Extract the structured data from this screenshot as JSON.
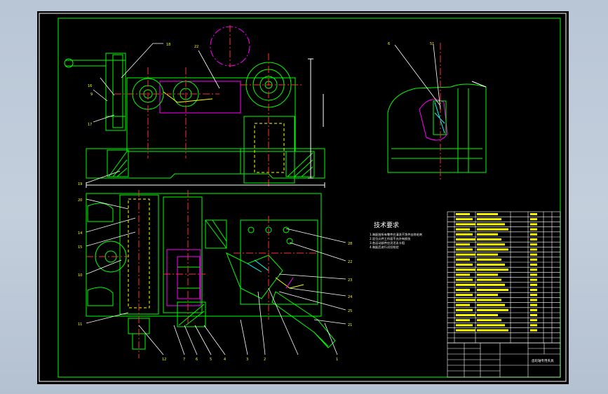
{
  "drawing": {
    "title_block_name": "齿轮轴专用夹具",
    "technical_requirements": {
      "heading": "技术要求",
      "items": [
        "1.装配前所有零件应清洗干净并去除毛刺",
        "2.定位元件工作面不允许有损伤",
        "3.各运动部件应灵活无卡阻",
        "4.装配后进行试切检验"
      ]
    },
    "balloons": {
      "top_view": [
        "18",
        "22",
        "16",
        "9",
        "17",
        "19"
      ],
      "section_view": [
        "6",
        "51"
      ],
      "front_left": [
        "20",
        "14",
        "15",
        "10",
        "11"
      ],
      "front_right": [
        "28",
        "22",
        "23",
        "24",
        "25",
        "21"
      ],
      "bottom": [
        "12",
        "7",
        "6",
        "5",
        "4",
        "3",
        "2",
        "1"
      ]
    },
    "colors": {
      "outline": "#00ff00",
      "centerline": "#ff3030",
      "hidden": "#ffff00",
      "phantom": "#ff00ff",
      "dimension": "#ffffff",
      "section": "#00ffff"
    }
  }
}
